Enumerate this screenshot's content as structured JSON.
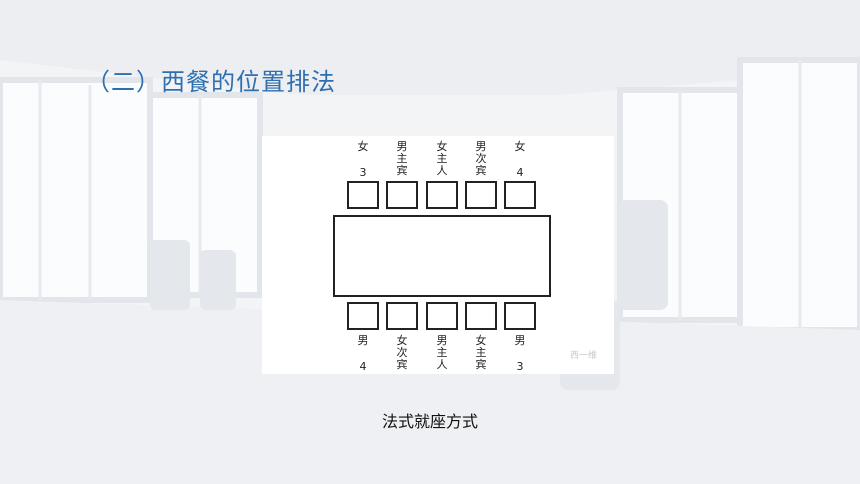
{
  "slide": {
    "title": "（二）西餐的位置排法",
    "caption": "法式就座方式"
  },
  "diagram": {
    "top_seats": [
      [
        "女",
        "3"
      ],
      [
        "男",
        "主",
        "宾"
      ],
      [
        "女",
        "主",
        "人"
      ],
      [
        "男",
        "次",
        "宾"
      ],
      [
        "女",
        "4"
      ]
    ],
    "bottom_seats": [
      [
        "男",
        "4"
      ],
      [
        "女",
        "次",
        "宾"
      ],
      [
        "男",
        "主",
        "人"
      ],
      [
        "女",
        "主",
        "宾"
      ],
      [
        "男",
        "3"
      ]
    ],
    "watermark": "西一维"
  }
}
